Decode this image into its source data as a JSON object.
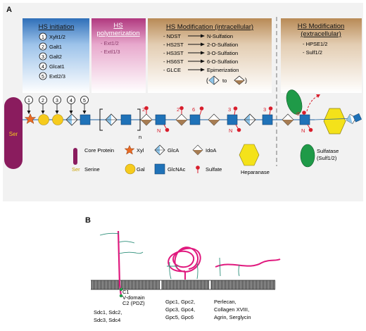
{
  "panel_a": {
    "label": "A",
    "headers": {
      "initiation": {
        "title": "HS initiation",
        "items": [
          {
            "num": "1",
            "name": "Xylt1/2"
          },
          {
            "num": "2",
            "name": "Galt1"
          },
          {
            "num": "3",
            "name": "Galt2"
          },
          {
            "num": "4",
            "name": "Glcat1"
          },
          {
            "num": "5",
            "name": "Extl2/3"
          }
        ]
      },
      "polymerization": {
        "title_line1": "HS",
        "title_line2": "polymerization",
        "items": [
          "- Ext1/2",
          "- Extl1/3"
        ]
      },
      "intracellular": {
        "title": "HS Modification (intracellular)",
        "enzymes": [
          "- NDST",
          "- HS2ST",
          "- HS3ST",
          "- HS6ST",
          "- GLCE"
        ],
        "products": [
          "N-Sulfation",
          "2-O-Sulfation",
          "3-O-Sulfation",
          "6-O-Sulfation",
          "Epimerization"
        ],
        "epimer_to": "to"
      },
      "extracellular": {
        "title_line1": "HS Modification",
        "title_line2": "(extracellular)",
        "items": [
          "- HPSE1/2",
          "- Sulf1/2"
        ]
      }
    },
    "core": {
      "label": "Ser"
    },
    "chain": {
      "step_numbers": [
        "1",
        "2",
        "3",
        "4",
        "5"
      ],
      "repeat_subscript": "n",
      "n_label": "N",
      "sulfation_numbers": [
        "2",
        "2",
        "6",
        "3",
        "3"
      ],
      "sulfatase_symbol": "σ"
    },
    "legend": {
      "core_protein": "Core Protein",
      "serine_prefix": "Ser",
      "serine": "Serine",
      "xyl": "Xyl",
      "gal": "Gal",
      "glca": "GlcA",
      "glcnac": "GlcNAc",
      "idoa": "IdoA",
      "sulfate": "Sulfate",
      "heparanase": "Heparanase",
      "sulfatase_line1": "Sulfatase",
      "sulfatase_line2": "(Sulf1/2)"
    }
  },
  "panel_b": {
    "label": "B",
    "syndecan": {
      "c1": "C1",
      "vdomain": "V-domain",
      "c2": "C2 (PDZ)",
      "names_line1": "Sdc1, Sdc2,",
      "names_line2": "Sdc3, Sdc4"
    },
    "glypican": {
      "names_line1": "Gpc1, Gpc2,",
      "names_line2": "Gpc3, Gpc4,",
      "names_line3": "Gpc5, Gpc6"
    },
    "secreted": {
      "names_line1": "Perlecan,",
      "names_line2": "Collagen XVIII,",
      "names_line3": "Agrin, Serglycin"
    }
  },
  "colors": {
    "initiation_blue": "#3f7fc3",
    "polymerization_pink": "#c0498f",
    "modification_tan": "#c29a6b",
    "core_protein": "#8a1c5e",
    "xyl_orange": "#e96a24",
    "gal_yellow": "#f6cb1d",
    "glcnac_blue": "#1f72b8",
    "glca_blue": "#8ec5ea",
    "idoa_brown": "#a67c52",
    "sulfate_red": "#d81e2c",
    "heparanase_yellow": "#f4e21a",
    "sulfatase_green": "#1f9a48",
    "chain_magenta": "#e0197e",
    "chain_teal": "#2e8f7a"
  }
}
